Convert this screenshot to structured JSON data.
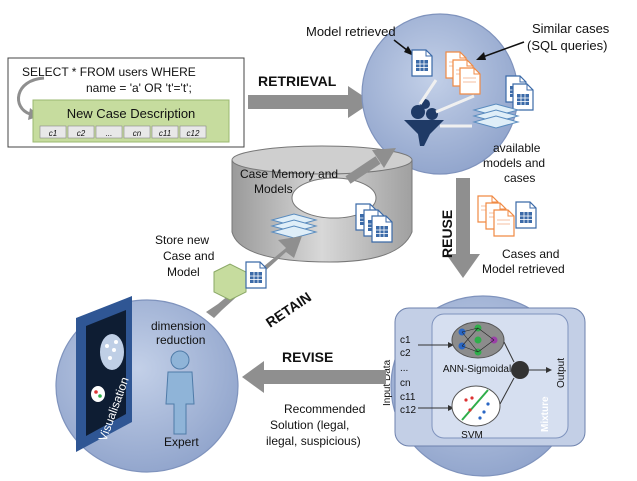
{
  "query": {
    "line1": "SELECT * FROM users WHERE",
    "line2": "name = 'a' OR 't'='t';",
    "case_title": "New Case Description",
    "cells": [
      "c1",
      "c2",
      "...",
      "cn",
      "c11",
      "c12"
    ]
  },
  "retrieval": {
    "arrow_label": "RETRIEVAL",
    "model_retrieved": "Model retrieved",
    "similar_cases_1": "Similar cases",
    "similar_cases_2": "(SQL queries)",
    "available_1": "available",
    "available_2": "models and",
    "available_3": "cases"
  },
  "memory": {
    "title_1": "Case Memory and",
    "title_2": "Models"
  },
  "reuse": {
    "arrow_label": "REUSE",
    "caption_1": "Cases and",
    "caption_2": "Model retrieved"
  },
  "retain": {
    "arrow_label": "RETAIN",
    "store_1": "Store new",
    "store_2": "Case and",
    "store_3": "Model"
  },
  "mixture": {
    "input_label": "Input Data",
    "inputs": [
      "c1",
      "c2",
      "...",
      "cn",
      "c11",
      "c12"
    ],
    "ann_label": "ANN-Sigmoidal",
    "svm_label": "SVM",
    "mixture_label": "Mixture",
    "output_label": "Output"
  },
  "revise": {
    "arrow_label": "REVISE",
    "rec_1": "Recommended",
    "rec_2": "Solution  (legal,",
    "rec_3": "ilegal, suspicious)"
  },
  "expert": {
    "dim_1": "dimension",
    "dim_2": "reduction",
    "visualisation": "Visualisation",
    "expert_label": "Expert"
  },
  "colors": {
    "circle": "#9fb1d3",
    "circle_edge": "#7f93bd",
    "arrow": "#8f8f8f",
    "case_box": "#c6dc9e",
    "orange_doc": "#f4a36a",
    "blue_doc": "#3b6aa8"
  }
}
